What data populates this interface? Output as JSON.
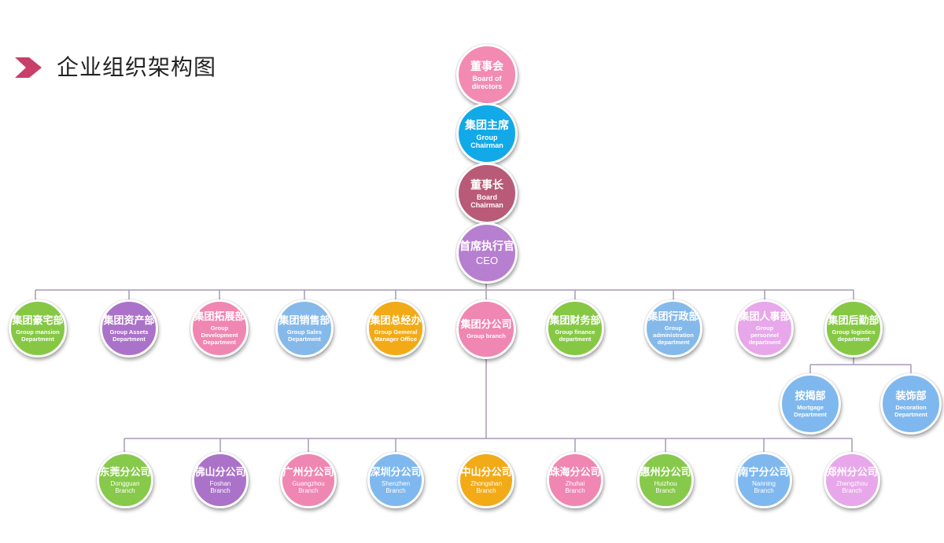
{
  "page": {
    "title": "企业组织架构图"
  },
  "colors": {
    "title_arrow": "#c83f69",
    "connector": "#a79ab5"
  },
  "nodes": {
    "board": {
      "zh": "董事会",
      "en": "Board of directors"
    },
    "chairman": {
      "zh": "集团主席",
      "en": "Group Chairman"
    },
    "board_chairman": {
      "zh": "董事长",
      "en": "Board Chairman"
    },
    "ceo": {
      "zh": "首席执行官",
      "en": "CEO"
    },
    "mansion": {
      "zh": "集团豪宅部",
      "en": "Group mansion Department"
    },
    "assets": {
      "zh": "集团资产部",
      "en": "Group Assets Department"
    },
    "development": {
      "zh": "集团拓展部",
      "en": "Group Development Department"
    },
    "sales": {
      "zh": "集团销售部",
      "en": "Group Sales Department"
    },
    "gm_office": {
      "zh": "集团总经办",
      "en": "Group Gemeral Manager Office"
    },
    "branch": {
      "zh": "集团分公司",
      "en": "Group branch"
    },
    "finance": {
      "zh": "集团财务部",
      "en": "Group finance department"
    },
    "administration": {
      "zh": "集团行政部",
      "en": "Group administration department"
    },
    "personnel": {
      "zh": "集团人事部",
      "en": "Group personnel department"
    },
    "logistics": {
      "zh": "集团后勤部",
      "en": "Group logistics department"
    },
    "mortgage": {
      "zh": "按揭部",
      "en": "Mortgage Department"
    },
    "decoration": {
      "zh": "装饰部",
      "en": "Decoration Department"
    },
    "dongguan": {
      "zh": "东莞分公司",
      "en": "Dongguan Branch"
    },
    "foshan": {
      "zh": "佛山分公司",
      "en": "Foshan Branch"
    },
    "guangzhou": {
      "zh": "广州分公司",
      "en": "Guangzhou Branch"
    },
    "shenzhen": {
      "zh": "深圳分公司",
      "en": "Shenzhen Branch"
    },
    "zhongshan": {
      "zh": "中山分公司",
      "en": "Zhongshan Branch"
    },
    "zhuhai": {
      "zh": "珠海分公司",
      "en": "Zhuhai Branch"
    },
    "huizhou": {
      "zh": "惠州分公司",
      "en": "Huizhou Branch"
    },
    "nanning": {
      "zh": "南宁分公司",
      "en": "Nanning Branch"
    },
    "zhengzhou": {
      "zh": "郑州分公司",
      "en": "Zhengzhou Branch"
    }
  }
}
